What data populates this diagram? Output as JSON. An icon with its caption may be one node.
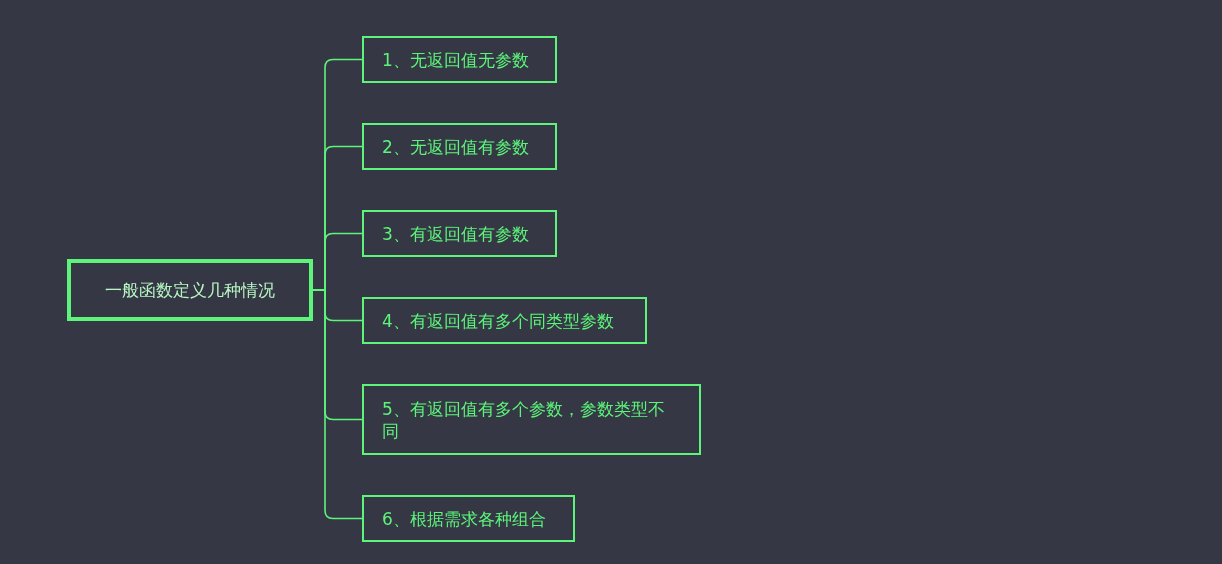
{
  "diagram": {
    "nodes": [
      {
        "text": [
          "一般函数定义几种情况"
        ]
      },
      {
        "text": [
          "1、无返回值无参数"
        ]
      },
      {
        "text": [
          "2、无返回值有参数"
        ]
      },
      {
        "text": [
          "3、有返回值有参数"
        ]
      },
      {
        "text": [
          "4、有返回值有多个同类型参数"
        ]
      },
      {
        "text": [
          "5、有返回值有多个参数，参数类型不同"
        ]
      },
      {
        "text": [
          "6、根据需求各种组合"
        ]
      }
    ],
    "edges": [
      {
        "from": 0,
        "to": 1,
        "arrow": "none"
      },
      {
        "from": 0,
        "to": 2,
        "arrow": "none"
      },
      {
        "from": 0,
        "to": 3,
        "arrow": "none"
      },
      {
        "from": 0,
        "to": 4,
        "arrow": "none"
      },
      {
        "from": 0,
        "to": 5,
        "arrow": "none"
      },
      {
        "from": 0,
        "to": 6,
        "arrow": "none"
      }
    ]
  }
}
